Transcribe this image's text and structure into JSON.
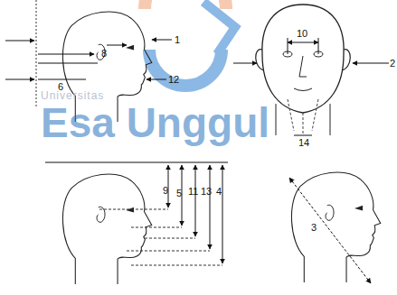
{
  "diagram": {
    "labels": [
      "Universitas",
      "Esa Unggul",
      "8",
      "1",
      "6",
      "12",
      "10",
      "2",
      "14",
      "9",
      "5",
      "11",
      "13",
      "4",
      "3"
    ]
  }
}
